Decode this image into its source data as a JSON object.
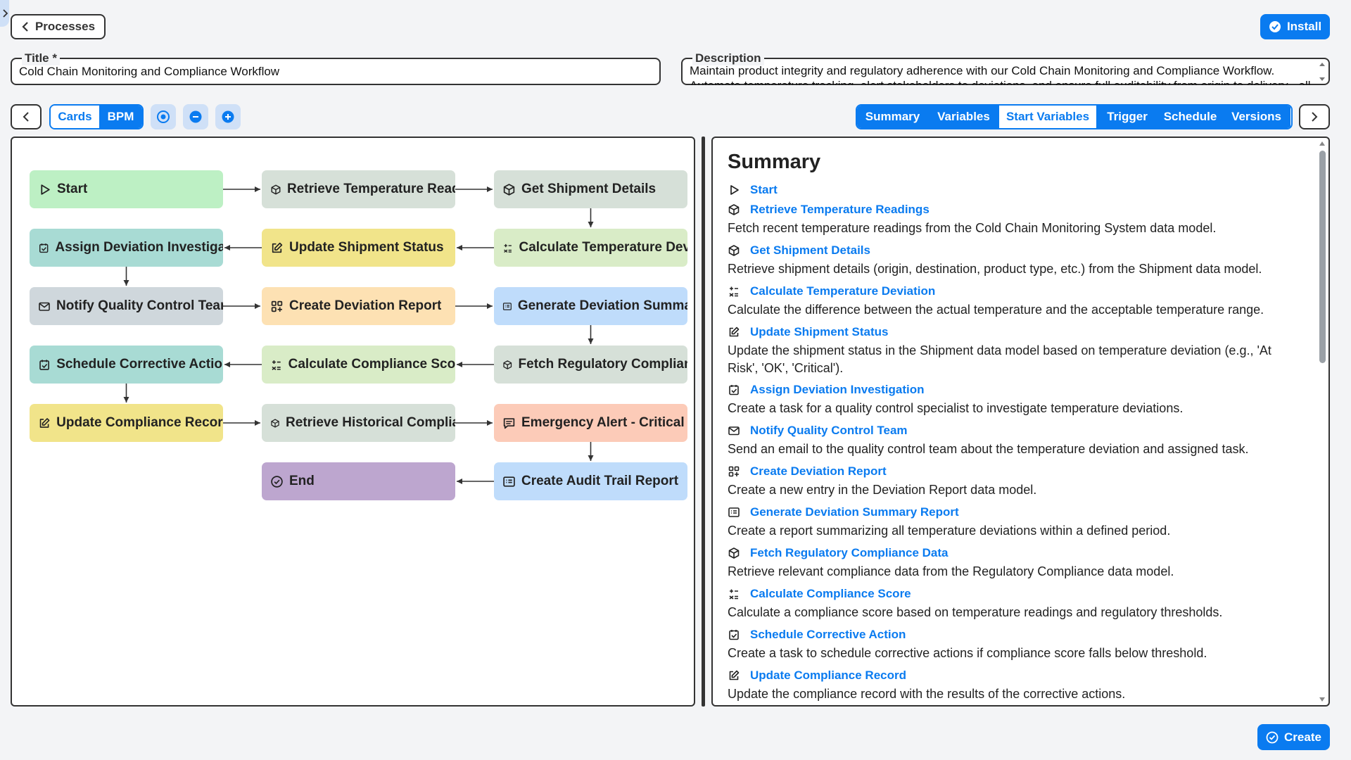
{
  "header": {
    "back_label": "Processes",
    "install_label": "Install"
  },
  "title_field": {
    "label": "Title *",
    "value": "Cold Chain Monitoring and Compliance Workflow"
  },
  "description_field": {
    "label": "Description",
    "value": "Maintain product integrity and regulatory adherence with our Cold Chain Monitoring and Compliance Workflow. Automate temperature tracking, alert stakeholders to deviations, and ensure full auditability from origin to delivery - all"
  },
  "view_toggle": {
    "cards": "Cards",
    "bpm": "BPM",
    "active": "BPM"
  },
  "tabs": [
    "Summary",
    "Variables",
    "Start Variables",
    "Trigger",
    "Schedule",
    "Versions"
  ],
  "active_tab": "Start Variables",
  "nodes": [
    {
      "label": "Start",
      "icon": "play-icon",
      "color": "#bdf0c4"
    },
    {
      "label": "Retrieve Temperature Readings",
      "icon": "cube-icon",
      "color": "#d6e0d8"
    },
    {
      "label": "Get Shipment Details",
      "icon": "cube-icon",
      "color": "#d6e0d8"
    },
    {
      "label": "Calculate Temperature Deviation",
      "icon": "calculator-icon",
      "color": "#d9ecc7"
    },
    {
      "label": "Update Shipment Status",
      "icon": "edit-icon",
      "color": "#f1e48a"
    },
    {
      "label": "Assign Deviation Investigation",
      "icon": "task-icon",
      "color": "#a8dbd4"
    },
    {
      "label": "Notify Quality Control Team",
      "icon": "mail-icon",
      "color": "#cfd7dc"
    },
    {
      "label": "Create Deviation Report",
      "icon": "grid-add-icon",
      "color": "#fde1b3"
    },
    {
      "label": "Generate Deviation Summary Report",
      "icon": "report-icon",
      "color": "#bfdcfb"
    },
    {
      "label": "Fetch Regulatory Compliance Data",
      "icon": "cube-icon",
      "color": "#d6e0d8"
    },
    {
      "label": "Calculate Compliance Score",
      "icon": "calculator-icon",
      "color": "#d9ecc7"
    },
    {
      "label": "Schedule Corrective Action",
      "icon": "task-icon",
      "color": "#a8dbd4"
    },
    {
      "label": "Update Compliance Record",
      "icon": "edit-icon",
      "color": "#f1e48a"
    },
    {
      "label": "Retrieve Historical Compliance Data",
      "icon": "cube-icon",
      "color": "#d6e0d8"
    },
    {
      "label": "Emergency Alert - Critical",
      "icon": "sms-icon",
      "color": "#fccbb8"
    },
    {
      "label": "Create Audit Trail Report",
      "icon": "report-icon",
      "color": "#bfdcfb"
    },
    {
      "label": "End",
      "icon": "check-circle-icon",
      "color": "#bda6cf"
    }
  ],
  "summary": {
    "title": "Summary",
    "items": [
      {
        "name": "Start",
        "icon": "play-icon",
        "desc": ""
      },
      {
        "name": "Retrieve Temperature Readings",
        "icon": "cube-icon",
        "desc": "Fetch recent temperature readings from the Cold Chain Monitoring System data model."
      },
      {
        "name": "Get Shipment Details",
        "icon": "cube-icon",
        "desc": "Retrieve shipment details (origin, destination, product type, etc.) from the Shipment data model."
      },
      {
        "name": "Calculate Temperature Deviation",
        "icon": "calculator-icon",
        "desc": "Calculate the difference between the actual temperature and the acceptable temperature range."
      },
      {
        "name": "Update Shipment Status",
        "icon": "edit-icon",
        "desc": "Update the shipment status in the Shipment data model based on temperature deviation (e.g., 'At Risk', 'OK', 'Critical')."
      },
      {
        "name": "Assign Deviation Investigation",
        "icon": "task-icon",
        "desc": "Create a task for a quality control specialist to investigate temperature deviations."
      },
      {
        "name": "Notify Quality Control Team",
        "icon": "mail-icon",
        "desc": "Send an email to the quality control team about the temperature deviation and assigned task."
      },
      {
        "name": "Create Deviation Report",
        "icon": "grid-add-icon",
        "desc": "Create a new entry in the Deviation Report data model."
      },
      {
        "name": "Generate Deviation Summary Report",
        "icon": "report-icon",
        "desc": "Create a report summarizing all temperature deviations within a defined period."
      },
      {
        "name": "Fetch Regulatory Compliance Data",
        "icon": "cube-icon",
        "desc": "Retrieve relevant compliance data from the Regulatory Compliance data model."
      },
      {
        "name": "Calculate Compliance Score",
        "icon": "calculator-icon",
        "desc": "Calculate a compliance score based on temperature readings and regulatory thresholds."
      },
      {
        "name": "Schedule Corrective Action",
        "icon": "task-icon",
        "desc": "Create a task to schedule corrective actions if compliance score falls below threshold."
      },
      {
        "name": "Update Compliance Record",
        "icon": "edit-icon",
        "desc": "Update the compliance record with the results of the corrective actions."
      }
    ]
  },
  "footer": {
    "create_label": "Create"
  },
  "colors": {
    "accent": "#0a7bf0",
    "accent_light": "#cfe0f7"
  }
}
